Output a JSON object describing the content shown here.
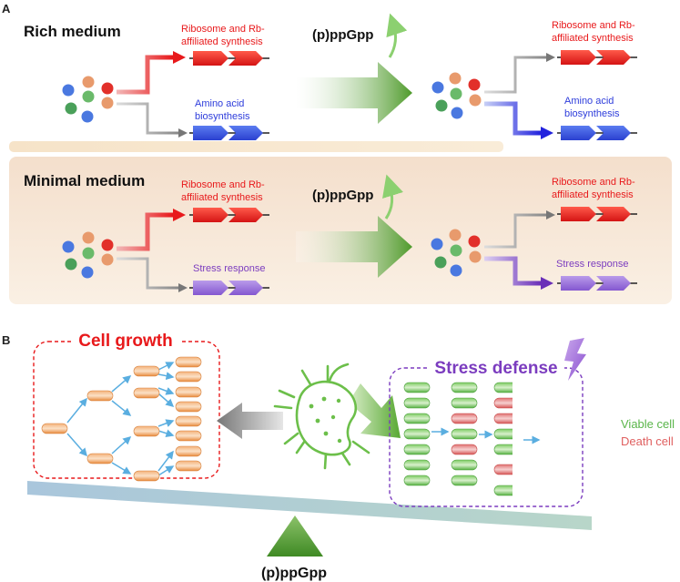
{
  "panel_a": {
    "label": "A",
    "rich": {
      "title": "Rich medium",
      "ribosome_line1": "Ribosome and Rb-",
      "ribosome_line2": "affiliated synthesis",
      "aa_line1": "Amino acid",
      "aa_line2": "biosynthesis",
      "ppgpp": "(p)ppGpp",
      "right_ribosome_line1": "Ribosome and Rb-",
      "right_ribosome_line2": "affiliated synthesis",
      "right_aa_line1": "Amino acid",
      "right_aa_line2": "biosynthesis"
    },
    "minimal": {
      "title": "Minimal medium",
      "ribosome_line1": "Ribosome and Rb-",
      "ribosome_line2": "affiliated synthesis",
      "stress": "Stress response",
      "ppgpp": "(p)ppGpp",
      "right_ribosome_line1": "Ribosome and Rb-",
      "right_ribosome_line2": "affiliated synthesis",
      "right_stress": "Stress response"
    }
  },
  "panel_b": {
    "label": "B",
    "cell_growth": "Cell growth",
    "stress_defense": "Stress defense",
    "legend_viable": "Viable cell",
    "legend_death": "Death cell",
    "fulcrum_label": "(p)ppGpp"
  },
  "colors": {
    "red": "#e8191b",
    "blue": "#2e3ddb",
    "purple": "#7b3cbf",
    "green": "#5aa832",
    "orange_cell": "#e8923c",
    "viable_green": "#5ab54a",
    "death_red": "#e06060"
  }
}
